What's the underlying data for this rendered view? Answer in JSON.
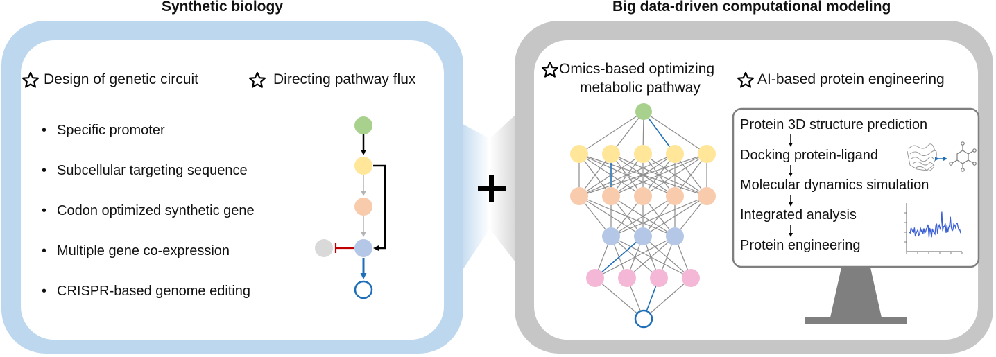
{
  "left_panel": {
    "title": "Synthetic biology",
    "headings": [
      "Design of genetic circuit",
      "Directing pathway flux"
    ],
    "bullets": [
      "Specific promoter",
      "Subcellular targeting sequence",
      "Codon optimized synthetic gene",
      "Multiple gene co-expression",
      "CRISPR-based genome editing"
    ]
  },
  "connector": {
    "symbol": "+"
  },
  "right_panel": {
    "title": "Big data-driven computational modeling",
    "omics_heading_line1": "Omics-based optimizing",
    "omics_heading_line2": "metabolic pathway",
    "ai_heading": "AI-based protein engineering",
    "workflow_steps": [
      "Protein 3D structure prediction",
      "Docking protein-ligand",
      "Molecular dynamics simulation",
      "Integrated analysis",
      "Protein engineering"
    ]
  },
  "colors": {
    "left_frame": "#bdd7ee",
    "right_frame": "#c6c6c6",
    "green_node": "#a9d18e",
    "yellow_node": "#ffe699",
    "orange_node": "#f8cbad",
    "blue_node": "#b4c7e7",
    "pink_node": "#f4b8d6",
    "grey_node": "#d9d9d9",
    "accent_blue": "#1f6fb8",
    "inhibit_red": "#c00000",
    "monitor_grey": "#7f7f7f"
  },
  "icons": [
    "star-icon",
    "plus-icon",
    "monitor-icon",
    "protein-ribbon-icon",
    "ligand-molecule-icon",
    "md-trace-chart-icon"
  ]
}
